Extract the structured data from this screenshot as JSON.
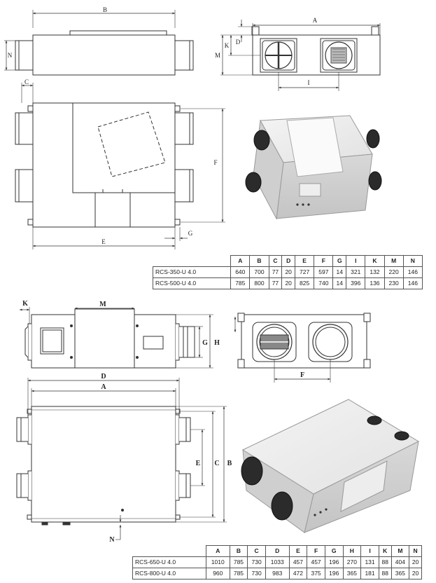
{
  "section1": {
    "labels": {
      "B": "B",
      "A": "A",
      "N": "N",
      "K": "K",
      "D": "D",
      "M": "M",
      "I": "I",
      "C": "C",
      "F": "F",
      "G": "G",
      "E": "E"
    },
    "table": {
      "columns": [
        "A",
        "B",
        "C",
        "D",
        "E",
        "F",
        "G",
        "I",
        "K",
        "M",
        "N"
      ],
      "rows": [
        {
          "model": "RCS-350-U 4.0",
          "values": [
            "640",
            "700",
            "77",
            "20",
            "727",
            "597",
            "14",
            "321",
            "132",
            "220",
            "146"
          ]
        },
        {
          "model": "RCS-500-U 4.0",
          "values": [
            "785",
            "800",
            "77",
            "20",
            "825",
            "740",
            "14",
            "396",
            "136",
            "230",
            "146"
          ]
        }
      ]
    }
  },
  "section2": {
    "labels": {
      "K": "K",
      "M": "M",
      "G": "G",
      "H": "H",
      "F": "F",
      "D": "D",
      "A": "A",
      "E": "E",
      "C": "C",
      "B": "B",
      "N": "N"
    },
    "table": {
      "columns": [
        "A",
        "B",
        "C",
        "D",
        "E",
        "F",
        "G",
        "H",
        "I",
        "K",
        "M",
        "N"
      ],
      "rows": [
        {
          "model": "RCS-650-U 4.0",
          "values": [
            "1010",
            "785",
            "730",
            "1033",
            "457",
            "457",
            "196",
            "270",
            "131",
            "88",
            "404",
            "20"
          ]
        },
        {
          "model": "RCS-800-U 4.0",
          "values": [
            "960",
            "785",
            "730",
            "983",
            "472",
            "375",
            "196",
            "365",
            "181",
            "88",
            "365",
            "20"
          ]
        }
      ]
    }
  }
}
